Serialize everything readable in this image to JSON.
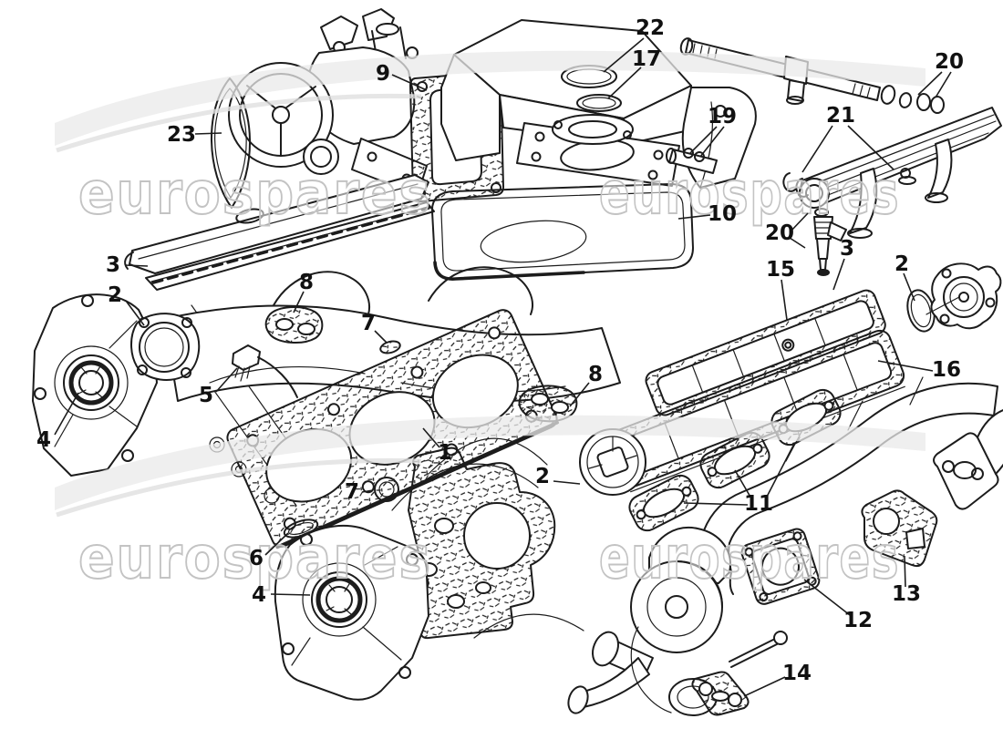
{
  "page": {
    "background": "#ffffff",
    "line_color": "#1c1c1c"
  },
  "watermark": {
    "text": "eurospares",
    "outline_color": "#c3c3c3",
    "swoosh_color": "#e6e6e6",
    "instances": 4
  },
  "callouts": [
    {
      "label": "23"
    },
    {
      "label": "9"
    },
    {
      "label": "22"
    },
    {
      "label": "17"
    },
    {
      "label": "20"
    },
    {
      "label": "19"
    },
    {
      "label": "21"
    },
    {
      "label": "10"
    },
    {
      "label": "20"
    },
    {
      "label": "3"
    },
    {
      "label": "2"
    },
    {
      "label": "15"
    },
    {
      "label": "16"
    },
    {
      "label": "3"
    },
    {
      "label": "2"
    },
    {
      "label": "8"
    },
    {
      "label": "7"
    },
    {
      "label": "5"
    },
    {
      "label": "4"
    },
    {
      "label": "1"
    },
    {
      "label": "7"
    },
    {
      "label": "2"
    },
    {
      "label": "6"
    },
    {
      "label": "4"
    },
    {
      "label": "8"
    },
    {
      "label": "11"
    },
    {
      "label": "13"
    },
    {
      "label": "12"
    },
    {
      "label": "14"
    }
  ]
}
